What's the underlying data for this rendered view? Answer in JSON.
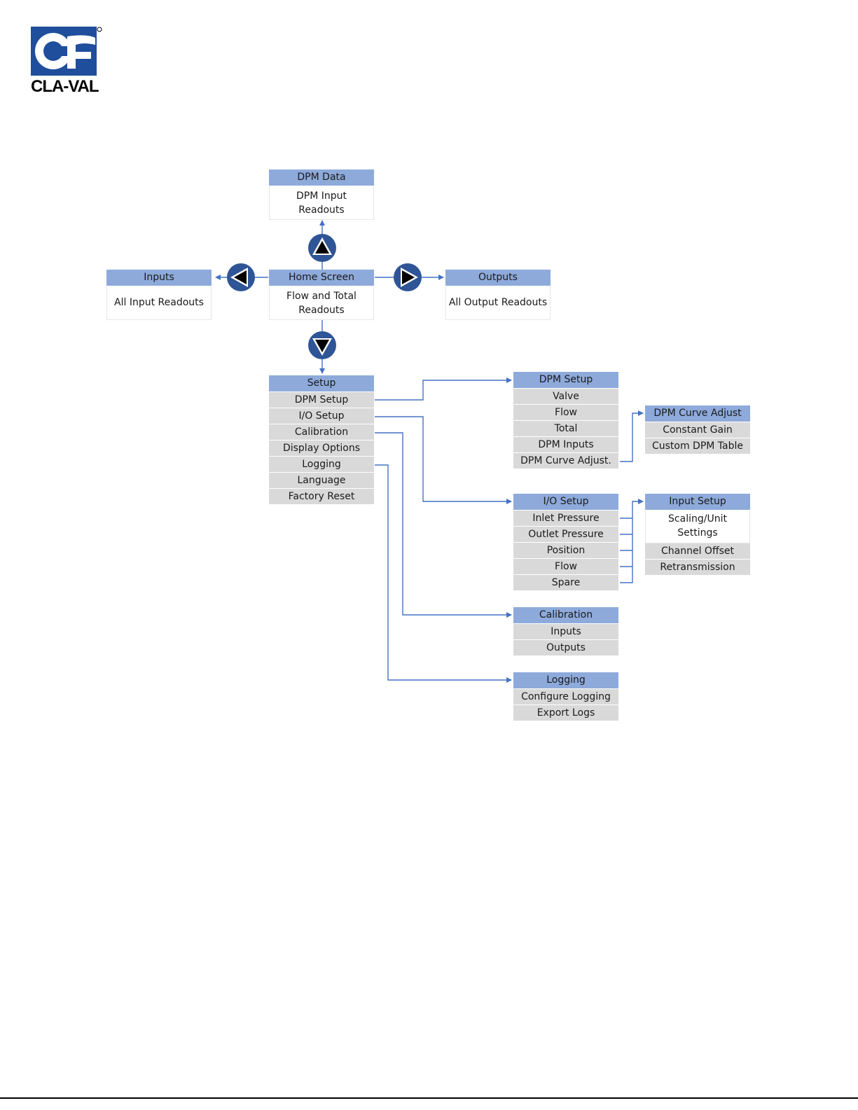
{
  "logo": {
    "text": "CLA-VAL"
  },
  "nav": {
    "up": "up-arrow-icon",
    "down": "down-arrow-icon",
    "left": "left-arrow-icon",
    "right": "right-arrow-icon"
  },
  "boxes": {
    "dpm_data": {
      "title": "DPM Data",
      "body": "DPM Input Readouts",
      "body1": "DPM Input",
      "body2": "Readouts"
    },
    "home": {
      "title": "Home Screen",
      "body1": "Flow and Total",
      "body2": "Readouts"
    },
    "inputs": {
      "title": "Inputs",
      "body": "All Input Readouts"
    },
    "outputs": {
      "title": "Outputs",
      "body": "All Output Readouts"
    },
    "setup": {
      "title": "Setup",
      "items": [
        "DPM Setup",
        "I/O Setup",
        "Calibration",
        "Display Options",
        "Logging",
        "Language",
        "Factory Reset"
      ]
    },
    "dpm_setup": {
      "title": "DPM Setup",
      "items": [
        "Valve",
        "Flow",
        "Total",
        "DPM Inputs",
        "DPM Curve Adjust."
      ]
    },
    "dpm_curve": {
      "title": "DPM Curve Adjust",
      "items": [
        "Constant Gain",
        "Custom DPM Table"
      ]
    },
    "io_setup": {
      "title": "I/O Setup",
      "items": [
        "Inlet Pressure",
        "Outlet Pressure",
        "Position",
        "Flow",
        "Spare"
      ]
    },
    "input_setup": {
      "title": "Input Setup",
      "first1": "Scaling/Unit",
      "first2": "Settings",
      "items": [
        "Channel Offset",
        "Retransmission"
      ]
    },
    "calibration": {
      "title": "Calibration",
      "items": [
        "Inputs",
        "Outputs"
      ]
    },
    "logging": {
      "title": "Logging",
      "items": [
        "Configure Logging",
        "Export Logs"
      ]
    }
  },
  "colors": {
    "header": "#8eaadb",
    "item": "#d9d9d9",
    "line": "#4472c4",
    "circle": "#2f5597",
    "logo": "#1f4e9c"
  }
}
